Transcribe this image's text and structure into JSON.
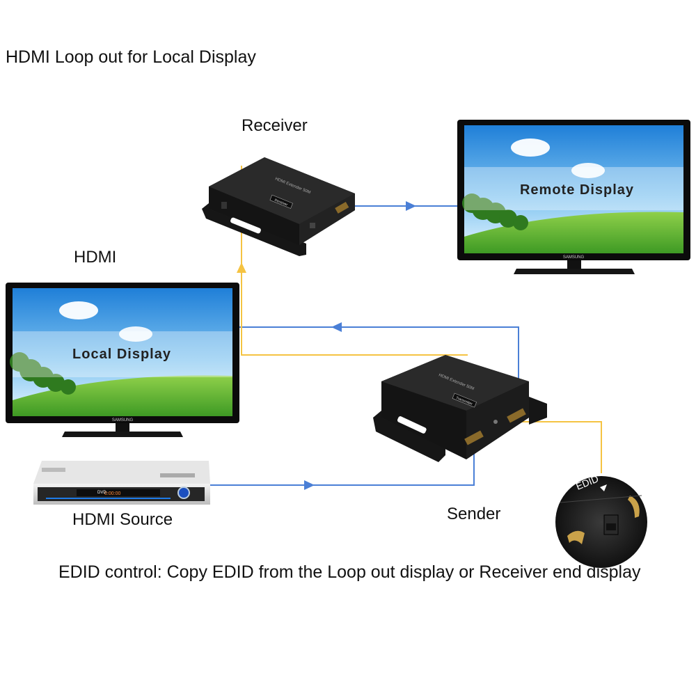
{
  "title": "HDMI Loop out for Local Display",
  "labels": {
    "receiver": "Receiver",
    "hdmi": "HDMI",
    "hdmi_source": "HDMI Source",
    "sender": "Sender"
  },
  "displays": {
    "remote": "Remote Display",
    "local": "Local Display",
    "brand": "SAMSUNG"
  },
  "devices": {
    "receiver_model": "HDMI Extender 50M",
    "receiver_badge": "Receiver",
    "sender_model": "HDMI Extender 50M",
    "sender_badge": "Transmitter",
    "dvd_badge": "DVD",
    "dvd_time": "0:00:00"
  },
  "edid": {
    "switch_label": "EDID",
    "caption": "EDID control: Copy EDID from the Loop out display or Receiver end display"
  },
  "colors": {
    "signal_blue": "#4a7fd6",
    "edid_yellow": "#f5c342",
    "device_black": "#1b1b1b",
    "sky": "#3b9de8",
    "grass": "#5cb23a"
  }
}
